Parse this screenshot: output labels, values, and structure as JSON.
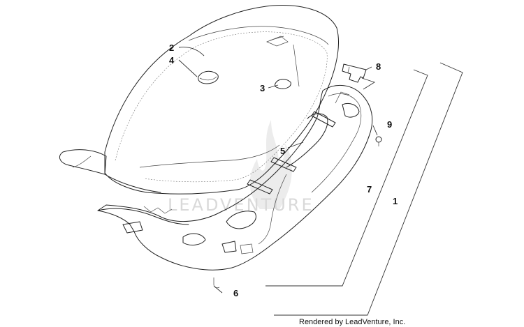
{
  "diagram": {
    "callouts": [
      {
        "id": "c2",
        "label": "2"
      },
      {
        "id": "c4",
        "label": "4"
      },
      {
        "id": "c3",
        "label": "3"
      },
      {
        "id": "c8",
        "label": "8"
      },
      {
        "id": "c9",
        "label": "9"
      },
      {
        "id": "c5",
        "label": "5"
      },
      {
        "id": "c7",
        "label": "7"
      },
      {
        "id": "c1",
        "label": "1"
      },
      {
        "id": "c6",
        "label": "6"
      }
    ],
    "watermark": "LEADVENTURE",
    "credit": "Rendered by LeadVenture, Inc."
  }
}
